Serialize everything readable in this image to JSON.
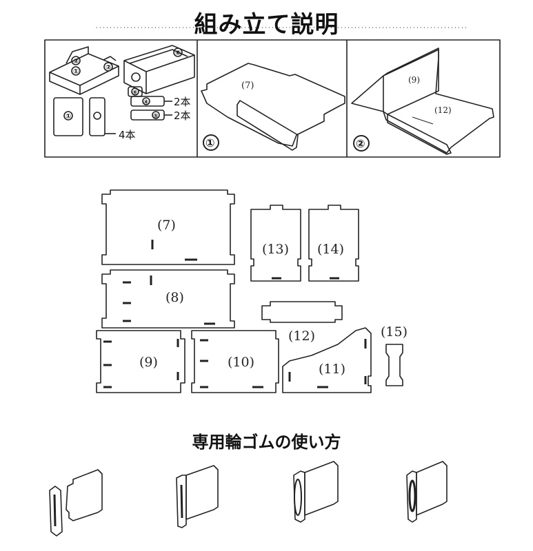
{
  "title": "組み立て説明",
  "rubber_band_title": "専用輪ゴムの使い方",
  "overview": {
    "quantities": [
      "2本",
      "2本",
      "4本"
    ],
    "circled_labels": [
      "①",
      "②",
      "③",
      "④",
      "⑤",
      "⑥"
    ]
  },
  "steps": [
    {
      "number": "①",
      "part_label": "(7)"
    },
    {
      "number": "②",
      "part_labels": [
        "(9)",
        "(12)"
      ]
    }
  ],
  "parts": [
    "(7)",
    "(8)",
    "(9)",
    "(10)",
    "(11)",
    "(12)",
    "(13)",
    "(14)",
    "(15)"
  ]
}
